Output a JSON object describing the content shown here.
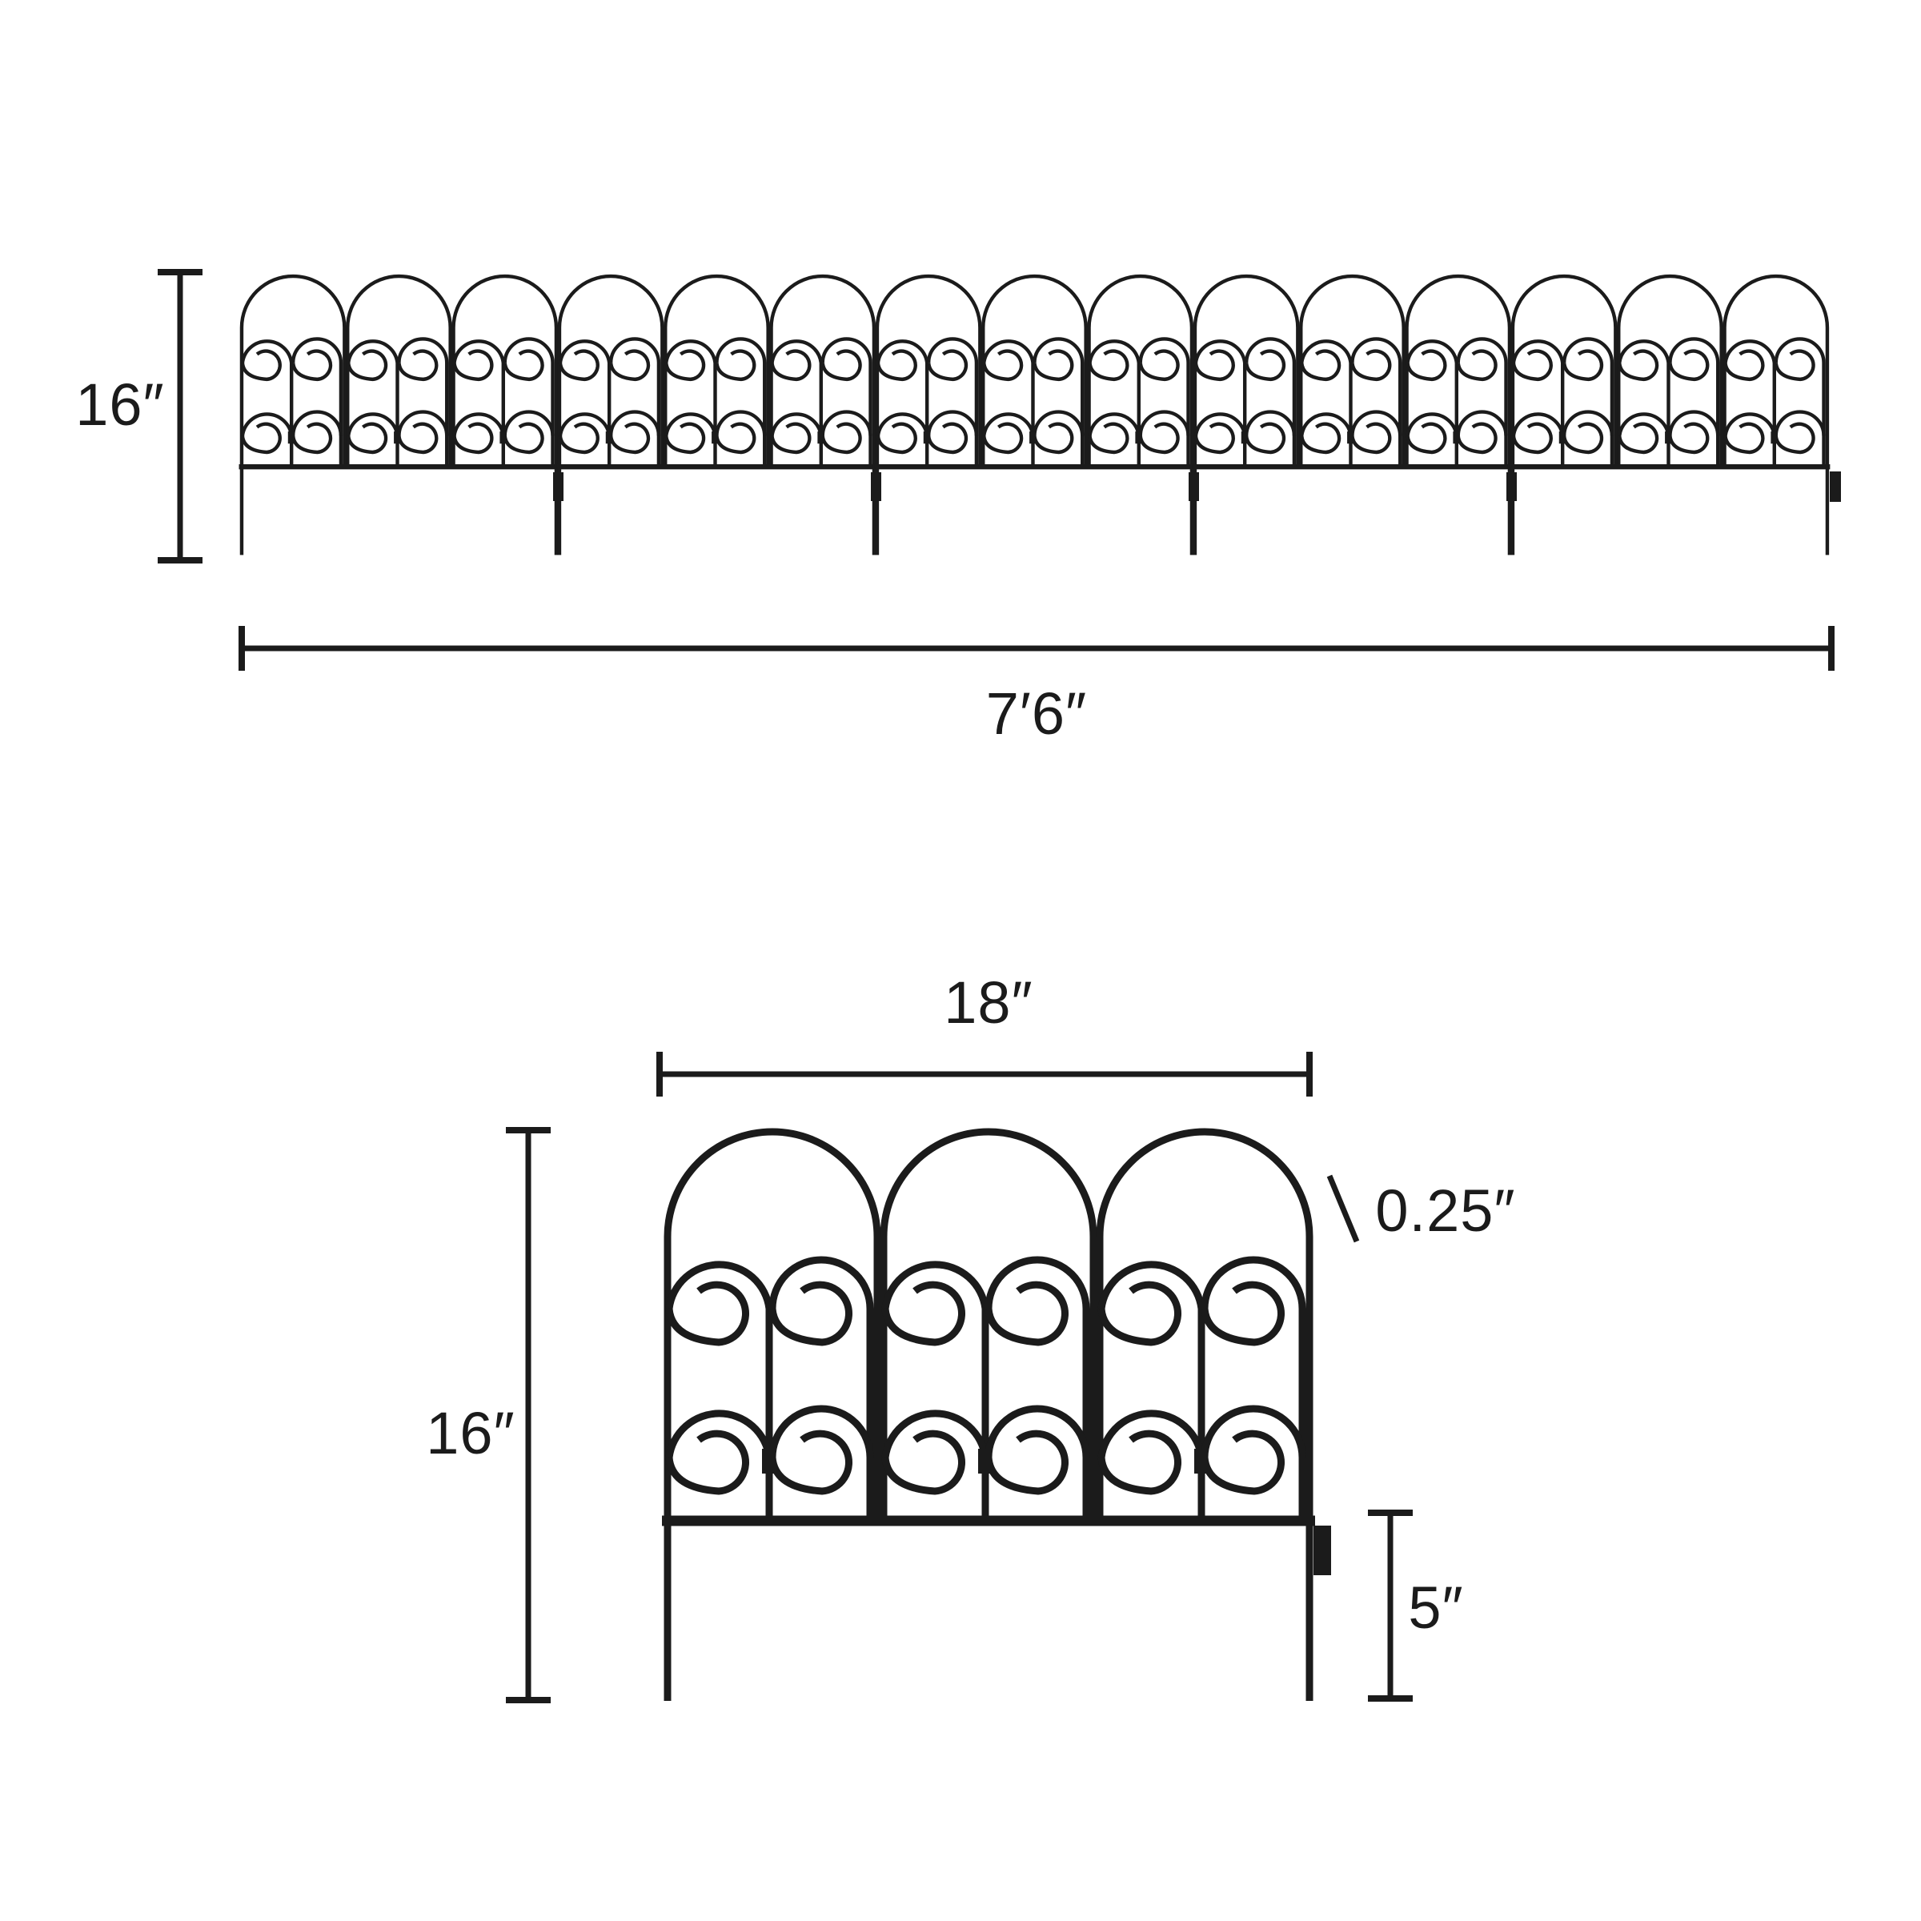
{
  "colors": {
    "line": "#1b1b1b",
    "background": "#ffffff"
  },
  "top_view": {
    "height_label": "16″",
    "width_label": "7′6″",
    "panel_count": 5,
    "arches_per_panel": 3
  },
  "detail_view": {
    "width_label": "18″",
    "height_label": "16″",
    "wire_thickness_label": "0.25″",
    "stake_height_label": "5″",
    "arches_per_panel": 3
  }
}
